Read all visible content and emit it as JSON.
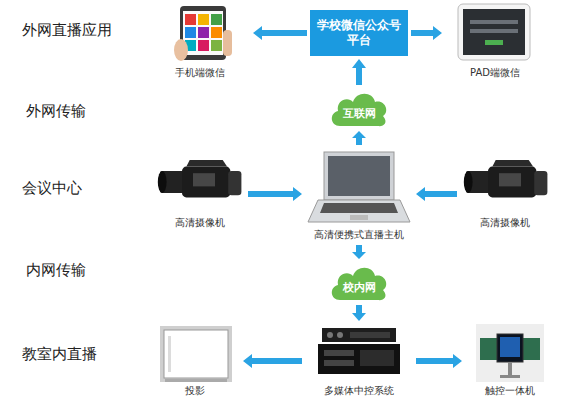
{
  "diagram": {
    "nodes": [
      {
        "text": [
          "手机端微信"
        ]
      },
      {
        "text": [
          "学校微信公众号平台"
        ]
      },
      {
        "text": [
          "PAD端微信"
        ]
      },
      {
        "text": [
          "互联网"
        ]
      },
      {
        "text": [
          "高清摄像机"
        ]
      },
      {
        "text": [
          "高清便携式直播主机"
        ]
      },
      {
        "text": [
          "高清摄像机"
        ]
      },
      {
        "text": [
          "校内网"
        ]
      },
      {
        "text": [
          "投影"
        ]
      },
      {
        "text": [
          "多媒体中控系统"
        ]
      },
      {
        "text": [
          "触控一体机"
        ]
      }
    ],
    "edges": [
      {
        "from": 1,
        "to": 0,
        "arrow": "to"
      },
      {
        "from": 1,
        "to": 2,
        "arrow": "to"
      },
      {
        "from": 3,
        "to": 1,
        "arrow": "to"
      },
      {
        "from": 5,
        "to": 3,
        "arrow": "to"
      },
      {
        "from": 4,
        "to": 5,
        "arrow": "to"
      },
      {
        "from": 6,
        "to": 5,
        "arrow": "to"
      },
      {
        "from": 5,
        "to": 7,
        "arrow": "to"
      },
      {
        "from": 7,
        "to": 9,
        "arrow": "to"
      },
      {
        "from": 9,
        "to": 8,
        "arrow": "to"
      },
      {
        "from": 9,
        "to": 10,
        "arrow": "to"
      }
    ],
    "labels": [
      "外网直播应用",
      "外网传输",
      "会议中心",
      "内网传输",
      "教室内直播"
    ]
  }
}
